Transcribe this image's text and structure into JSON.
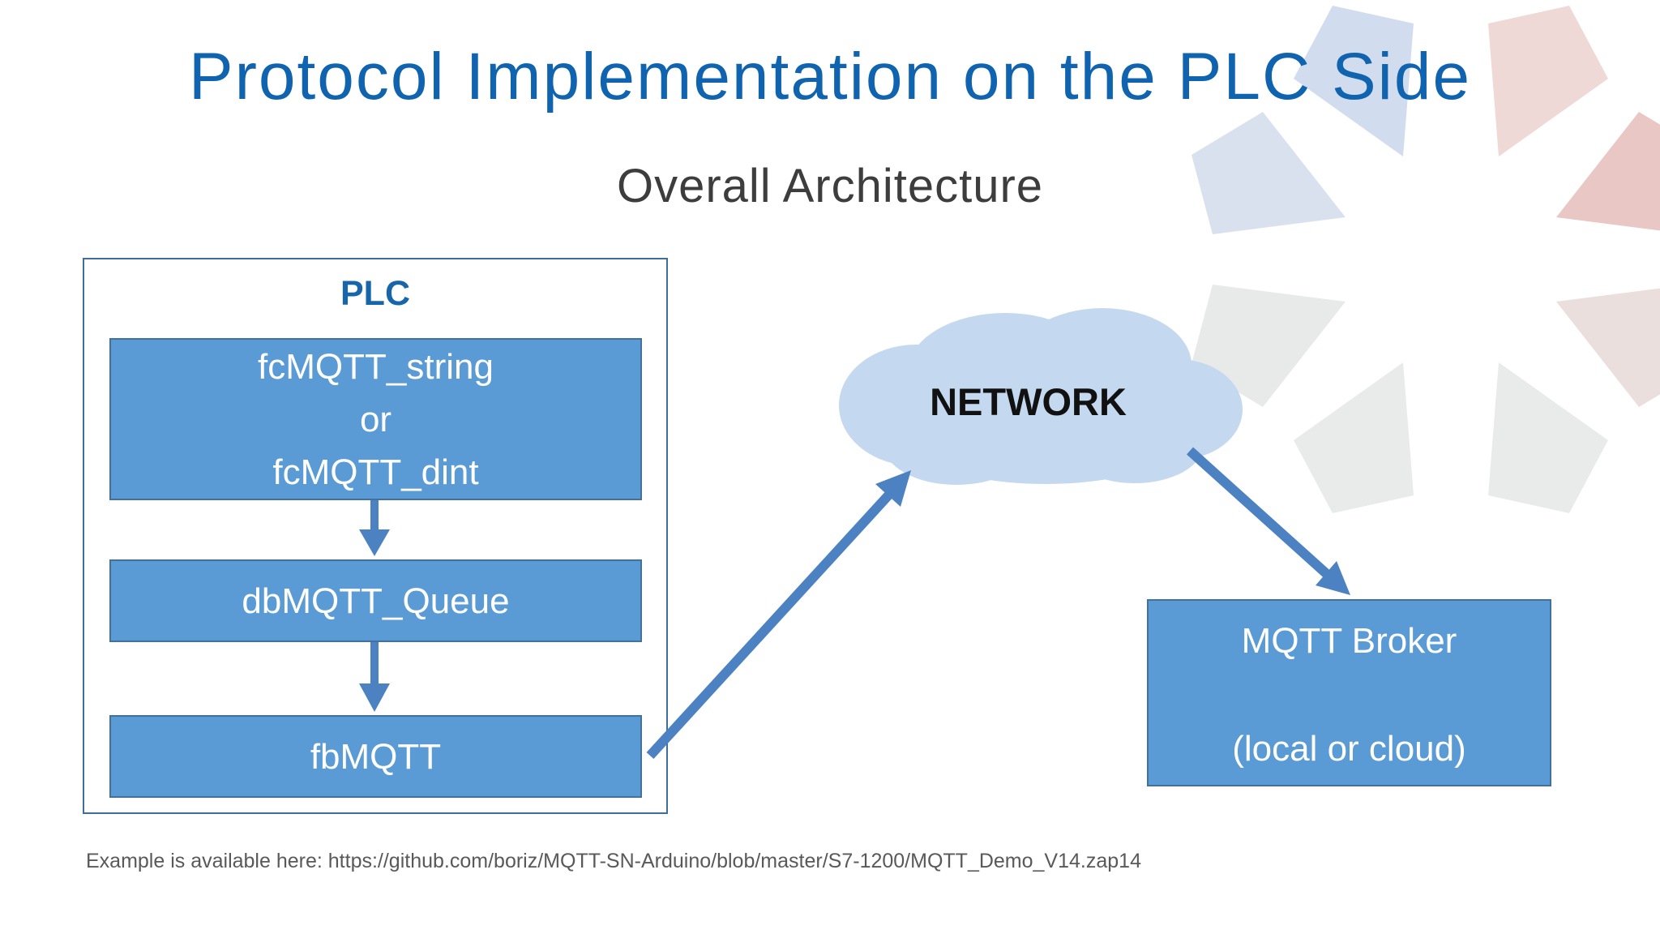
{
  "slide": {
    "title": "Protocol Implementation on the PLC Side",
    "subtitle": "Overall Architecture",
    "footer": "Example is available here: https://github.com/boriz/MQTT-SN-Arduino/blob/master/S7-1200/MQTT_Demo_V14.zap14"
  },
  "diagram": {
    "plc_group": {
      "label": "PLC",
      "boxes": [
        {
          "id": "fc",
          "lines": [
            "fcMQTT_string",
            "or",
            "fcMQTT_dint"
          ]
        },
        {
          "id": "db",
          "lines": [
            "dbMQTT_Queue"
          ]
        },
        {
          "id": "fb",
          "lines": [
            "fbMQTT"
          ]
        }
      ]
    },
    "cloud": {
      "label": "NETWORK"
    },
    "broker": {
      "lines": [
        "MQTT Broker",
        "(local or cloud)"
      ]
    },
    "colors": {
      "title_blue": "#1063ae",
      "subtitle_gray": "#3d3d3d",
      "plc_label_blue": "#1765aa",
      "box_fill": "#5b9bd5",
      "box_border": "#41719c",
      "arrow_blue": "#4d82c2",
      "cloud_fill": "#c4d9f0",
      "network_text": "#111111",
      "footer_gray": "#595959"
    }
  }
}
